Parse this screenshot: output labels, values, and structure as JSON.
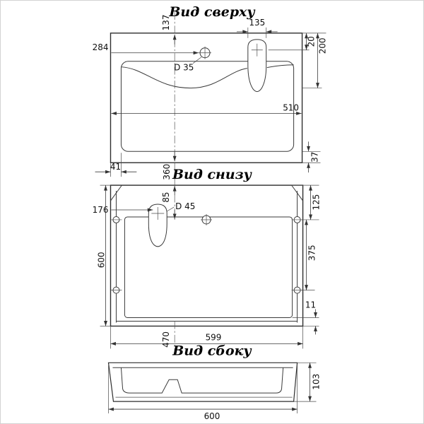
{
  "sheet": {
    "background": "#ffffff",
    "line_color": "#333333",
    "frame_color": "#d2d2d2"
  },
  "titles": {
    "top": "Вид сверху",
    "bottom": "Вид снизу",
    "side": "Вид сбоку"
  },
  "top_view": {
    "dim_137": "137",
    "dim_135": "135",
    "dim_284": "284",
    "dim_20": "20",
    "dim_200": "200",
    "hole_label": "D 35",
    "dim_510": "510",
    "dim_41": "41",
    "dim_37": "37",
    "dim_360": "360"
  },
  "bottom_view": {
    "dim_85": "85",
    "dim_176": "176",
    "hole_label": "D 45",
    "dim_125": "125",
    "dim_375": "375",
    "dim_600": "600",
    "dim_11": "11",
    "dim_599": "599",
    "dim_470": "470"
  },
  "side_view": {
    "dim_103": "103",
    "dim_600": "600"
  }
}
